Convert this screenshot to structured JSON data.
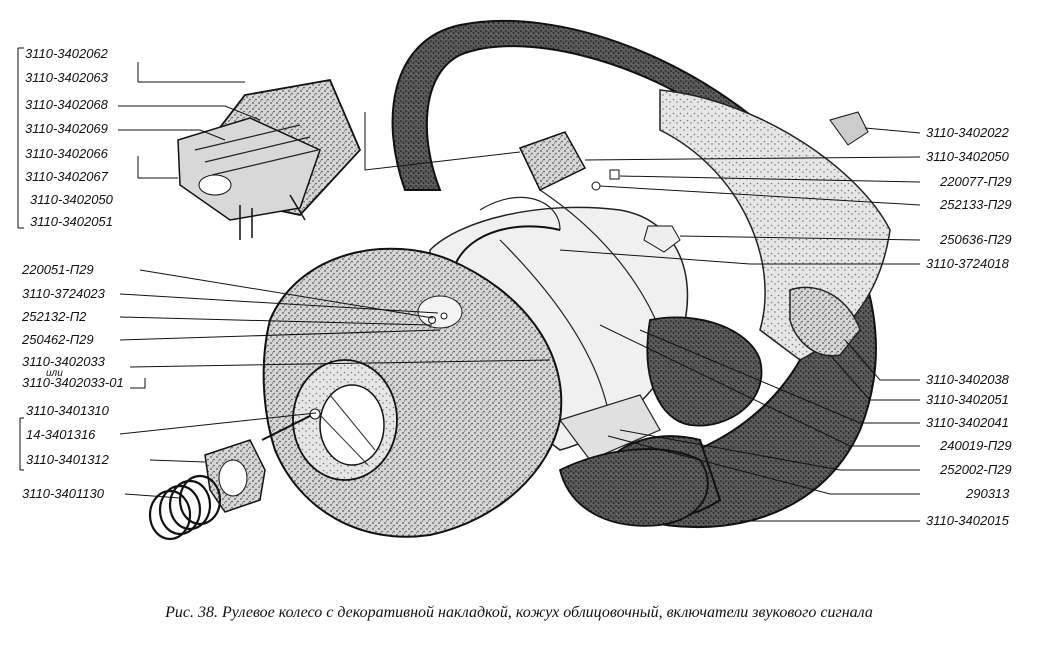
{
  "left_labels": [
    "3110-3402062",
    "3110-3402063",
    "3110-3402068",
    "3110-3402069",
    "3110-3402066",
    "3110-3402067",
    "3110-3402050",
    "3110-3402051",
    "220051-П29",
    "3110-3724023",
    "252132-П2",
    "250462-П29",
    "3110-3402033",
    "или",
    "3110-3402033-01",
    "3110-3401310",
    "14-3401316",
    "3110-3401312",
    "3110-3401130"
  ],
  "right_labels": [
    "3110-3402022",
    "3110-3402050",
    "220077-П29",
    "252133-П29",
    "250636-П29",
    "3110-3724018",
    "3110-3402038",
    "3110-3402051",
    "3110-3402041",
    "240019-П29",
    "252002-П29",
    "290313",
    "3110-3402015"
  ],
  "caption": "Рис. 38. Рулевое колесо с декоративной накладкой, кожух облицовочный, включатели звукового сигнала"
}
